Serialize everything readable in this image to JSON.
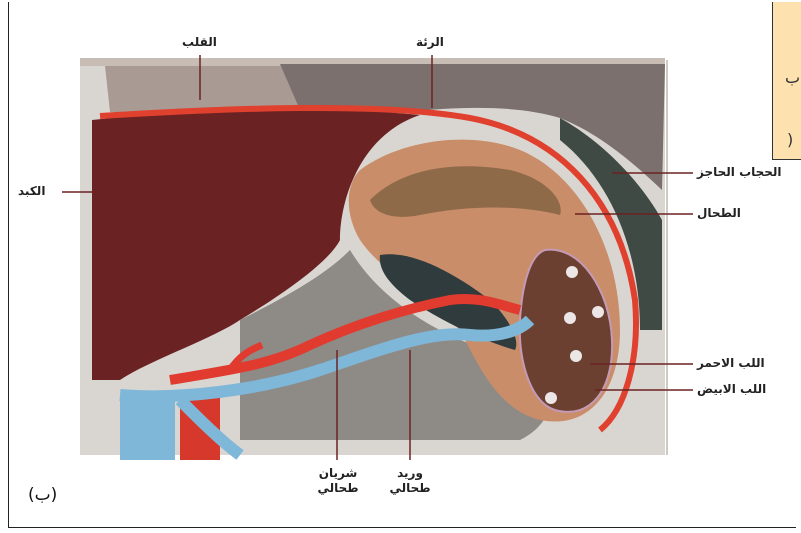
{
  "labels": {
    "heart": "القلب",
    "lung": "الرئة",
    "liver": "الكبد",
    "diaphragm": "الحجاب الحاجز",
    "spleen": "الطحال",
    "red_pulp": "اللب الاحمر",
    "white_pulp": "اللب الابيض",
    "splenic_artery_line1": "شريان",
    "splenic_artery_line2": "طحالي",
    "splenic_vein_line1": "وريد",
    "splenic_vein_line2": "طحالي"
  },
  "panel_label": "(ب)",
  "inset": {
    "glyph_top": "ب",
    "glyph_bottom": ")"
  },
  "colors": {
    "liver": "#6b2222",
    "heart": "#a99a94",
    "lung": "#7b706d",
    "diaphragm": "#e0402e",
    "spleen": "#c98d6a",
    "spleen_inner": "#8f6a49",
    "artery": "#e03b2e",
    "vein": "#7fb7d9",
    "inset_bg": "#fde2b0"
  }
}
